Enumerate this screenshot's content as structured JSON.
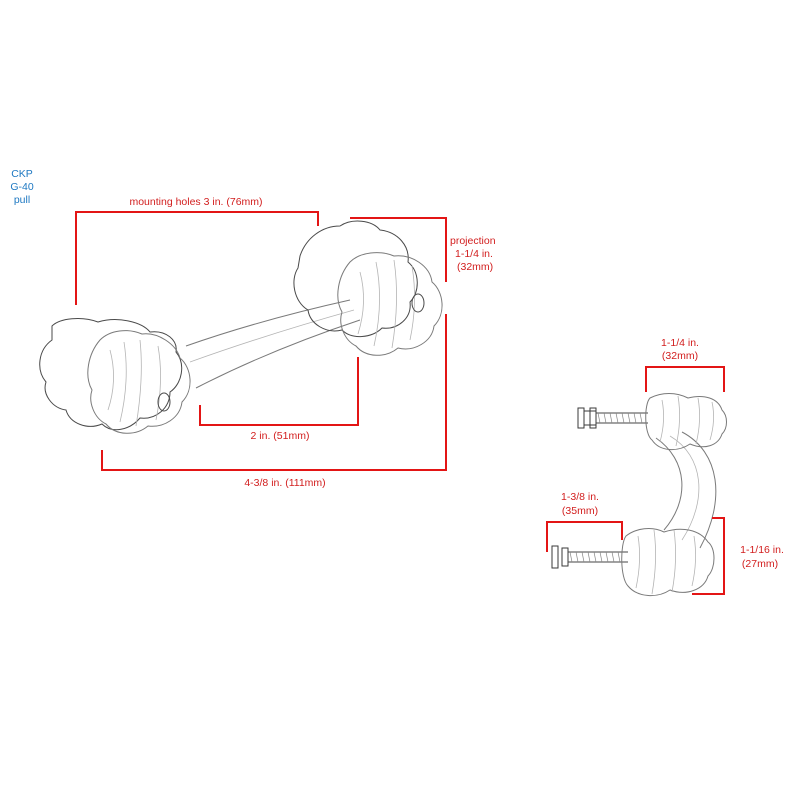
{
  "product_code": {
    "line1": "CKP",
    "line2": "G-40",
    "line3": "pull"
  },
  "top_view": {
    "mounting_holes": "mounting holes 3 in. (76mm)",
    "projection": {
      "line1": "projection",
      "line2": "1-1/4 in.",
      "line3": "(32mm)"
    },
    "inner_span": "2 in. (51mm)",
    "overall_length": "4-3/8 in. (111mm)"
  },
  "side_view": {
    "knob_width": {
      "line1": "1-1/4 in.",
      "line2": "(32mm)"
    },
    "screw_length": {
      "line1": "1-3/8 in.",
      "line2": "(35mm)"
    },
    "knob_height": {
      "line1": "1-1/16 in.",
      "line2": "(27mm)"
    }
  },
  "colors": {
    "dimension_lines": "#e31515",
    "dimension_text": "#d21e1e",
    "code_text": "#1e78c2",
    "outline": "#7a7a7a"
  }
}
